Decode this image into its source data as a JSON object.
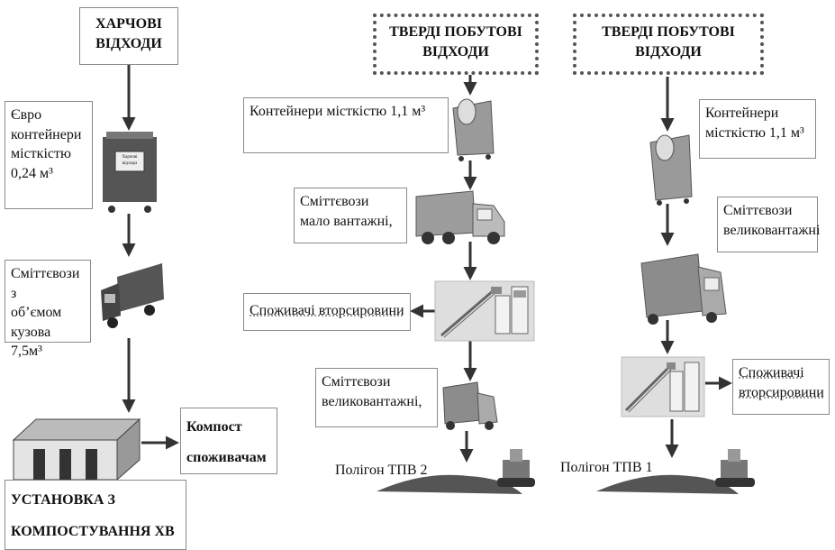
{
  "col1": {
    "source": "ХАРЧОВІ\nВІДХОДИ",
    "container": "Євро\nконтейнери\nмісткістю\n0,24 м³",
    "container_bin_label": "Харчові\nвідходи",
    "truck": "Сміттєвози з\nоб’ємом\nкузова 7,5м³",
    "compost": "Компост\nспоживачам",
    "plant": "УСТАНОВКА З\nКОМПОСТУВАННЯ ХВ"
  },
  "col2": {
    "source": "ТВЕРДІ ПОБУТОВІ\nВІДХОДИ",
    "container": "Контейнери місткістю 1,1 м³",
    "truck": "Сміттєвози\nмало вантажні,",
    "consumers": "Споживачі вторсировини",
    "truck2": "Сміттєвози\nвеликовантажні,",
    "landfill": "Полігон ТПВ 2"
  },
  "col3": {
    "source": "ТВЕРДІ ПОБУТОВІ\nВІДХОДИ",
    "container": "Контейнери\nмісткістю 1,1 м³",
    "truck": "Сміттєвози\nвеликовантажні",
    "consumers": "Споживачі\nвторсировини",
    "landfill": "Полігон ТПВ 1"
  }
}
